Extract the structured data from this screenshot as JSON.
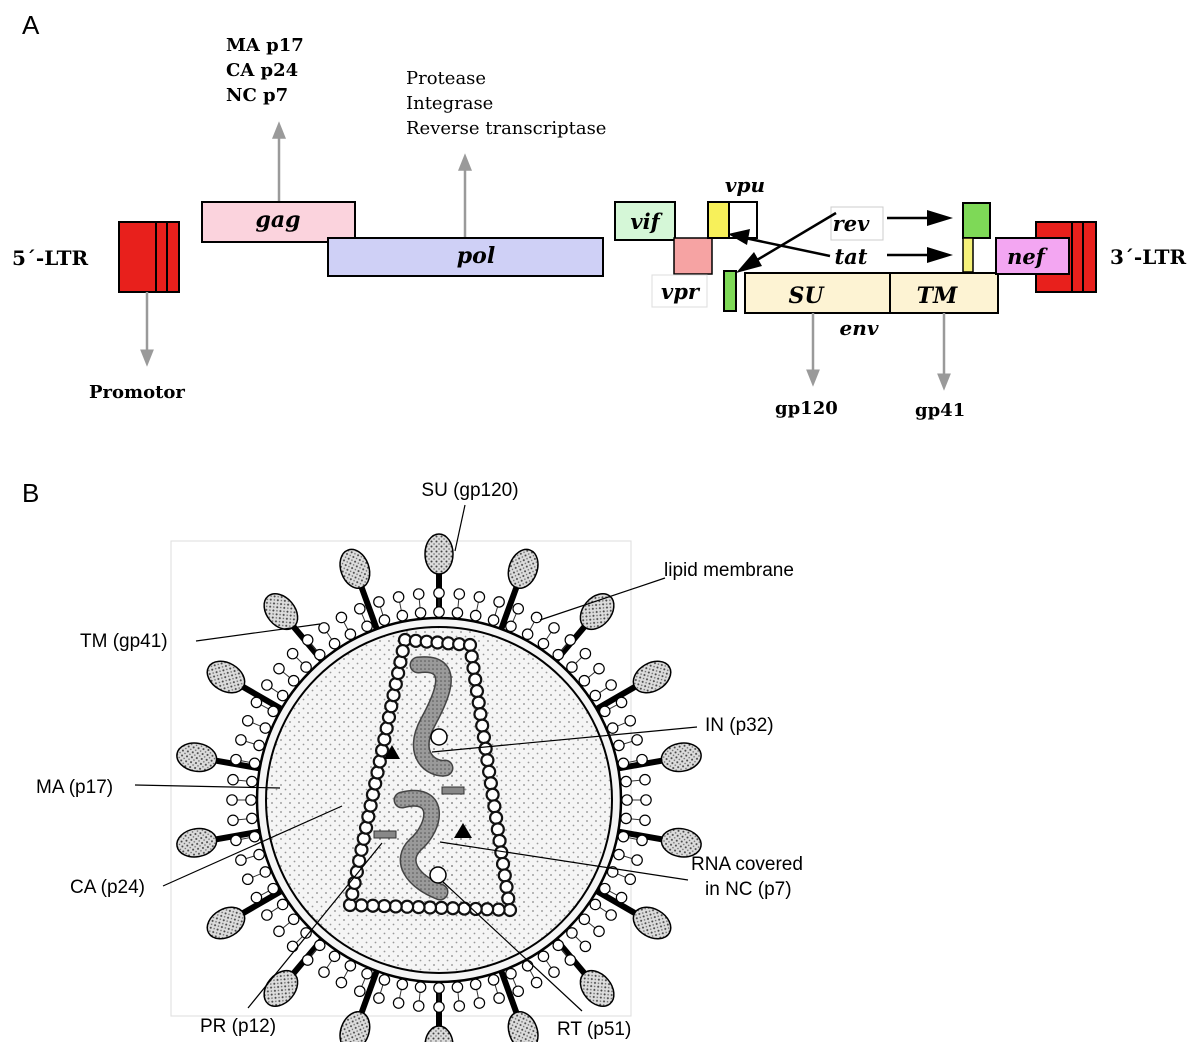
{
  "panel_a": {
    "letter": "A",
    "ltr5": "5´-LTR",
    "ltr3": "3´-LTR",
    "promotor": "Promotor",
    "gag_products": [
      "MA p17",
      "CA p24",
      "NC p7"
    ],
    "pol_products": [
      "Protease",
      "Integrase",
      "Reverse transcriptase"
    ],
    "genes": {
      "gag": "gag",
      "pol": "pol",
      "vif": "vif",
      "vpr": "vpr",
      "vpu": "vpu",
      "rev": "rev",
      "tat": "tat",
      "nef": "nef",
      "su": "SU",
      "tm": "TM",
      "env": "env"
    },
    "env_products": {
      "gp120": "gp120",
      "gp41": "gp41"
    },
    "colors": {
      "ltr": "#e8201c",
      "gag": "#fbd3dd",
      "pol": "#cfd0f6",
      "vif": "#d5f7d7",
      "vpr": "#f6a3a3",
      "vpu": "#f7f05a",
      "rev": "#7ed957",
      "tat": "#f6f27a",
      "nef": "#f3a6f2",
      "env": "#fdf3d3"
    }
  },
  "panel_b": {
    "letter": "B",
    "labels": {
      "su": "SU (gp120)",
      "lipid": "lipid membrane",
      "tm": "TM (gp41)",
      "in": "IN (p32)",
      "ma": "MA (p17)",
      "ca": "CA (p24)",
      "rna_line1": "RNA covered",
      "rna_line2": "in NC (p7)",
      "pr": "PR (p12)",
      "rt": "RT (p51)"
    }
  }
}
